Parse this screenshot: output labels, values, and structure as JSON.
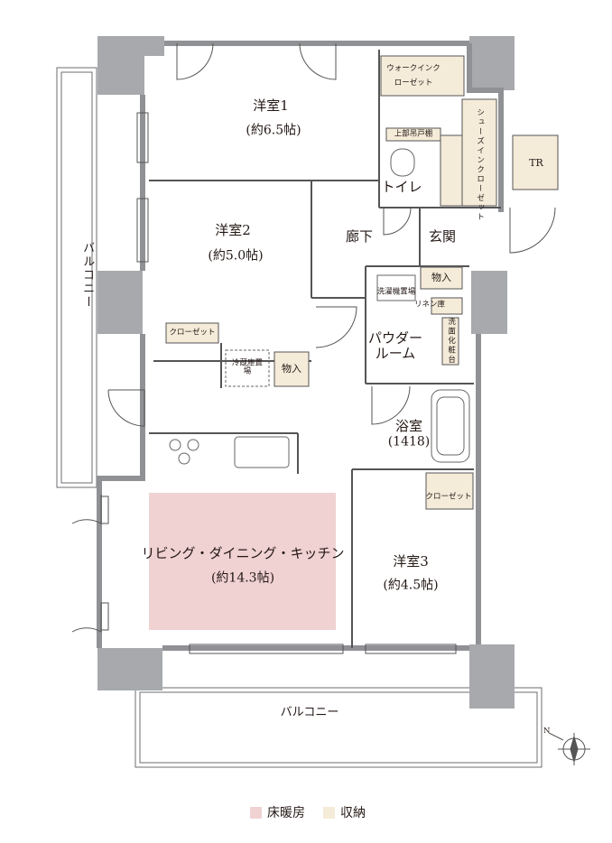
{
  "rooms": {
    "bedroom1": {
      "name": "洋室1",
      "area": "(約6.5帖)"
    },
    "bedroom2": {
      "name": "洋室2",
      "area": "(約5.0帖)"
    },
    "bedroom3": {
      "name": "洋室3",
      "area": "(約4.5帖)"
    },
    "ldk": {
      "name": "リビング・ダイニング・キッチン",
      "area": "(約14.3帖)"
    },
    "bath": {
      "name": "浴室",
      "size": "(1418)"
    },
    "powder": {
      "name": "パウダールーム"
    },
    "toilet": {
      "name": "トイレ"
    },
    "hallway": {
      "name": "廊下"
    },
    "entrance": {
      "name": "玄関"
    }
  },
  "storage": {
    "walk_in_closet": "ウォークインクローゼット",
    "shoe_closet": "シューズインクローゼット",
    "toilet_shelf": "上部吊戸棚",
    "closet_bedroom2": "クローゼット",
    "closet_bedroom3": "クローゼット",
    "storage_entrance": "物入",
    "storage_kitchen": "物入",
    "linen": "リネン庫",
    "washbasin": "洗面化粧台",
    "laundry": "洗濯機置場",
    "fridge": "冷蔵庫置場",
    "tr": "TR"
  },
  "balconies": {
    "west": "バルコニー",
    "south": "バルコニー"
  },
  "legend": {
    "floor_heating": "床暖房",
    "storage": "収納"
  },
  "colors": {
    "floor_heating": "#f0d2d2",
    "storage": "#f5ebd9",
    "pillar": "#a7a9ac",
    "wall": "#8f9194",
    "line": "#444444"
  },
  "compass": {
    "north_label": "N"
  }
}
